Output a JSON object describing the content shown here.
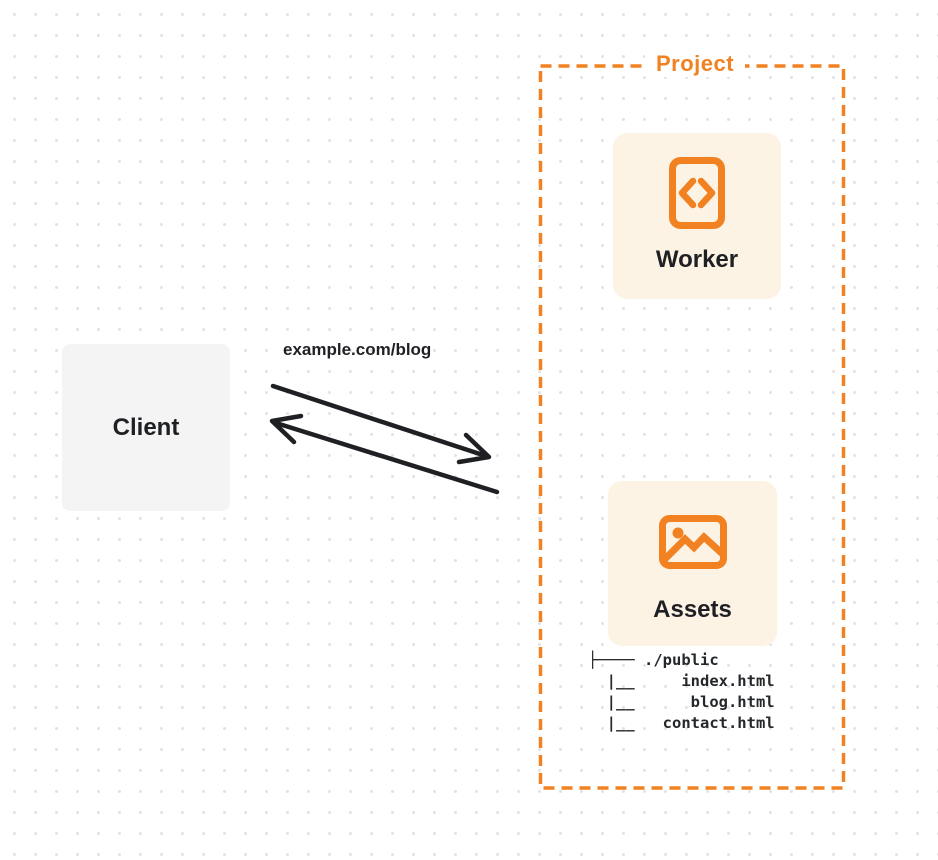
{
  "colors": {
    "orange": "#F18121",
    "card-bg": "#FCF3E5",
    "client-bg": "#F4F4F5",
    "ink": "#1E2023",
    "dot": "#E3E3E5"
  },
  "project": {
    "label": "Project",
    "worker": {
      "label": "Worker",
      "icon": "code-document-icon"
    },
    "assets": {
      "label": "Assets",
      "icon": "image-icon",
      "file_tree": [
        "├──── ./public",
        "  |__     index.html",
        "  |__      blog.html",
        "  |__   contact.html"
      ]
    }
  },
  "client": {
    "label": "Client"
  },
  "request": {
    "url": "example.com/blog"
  }
}
